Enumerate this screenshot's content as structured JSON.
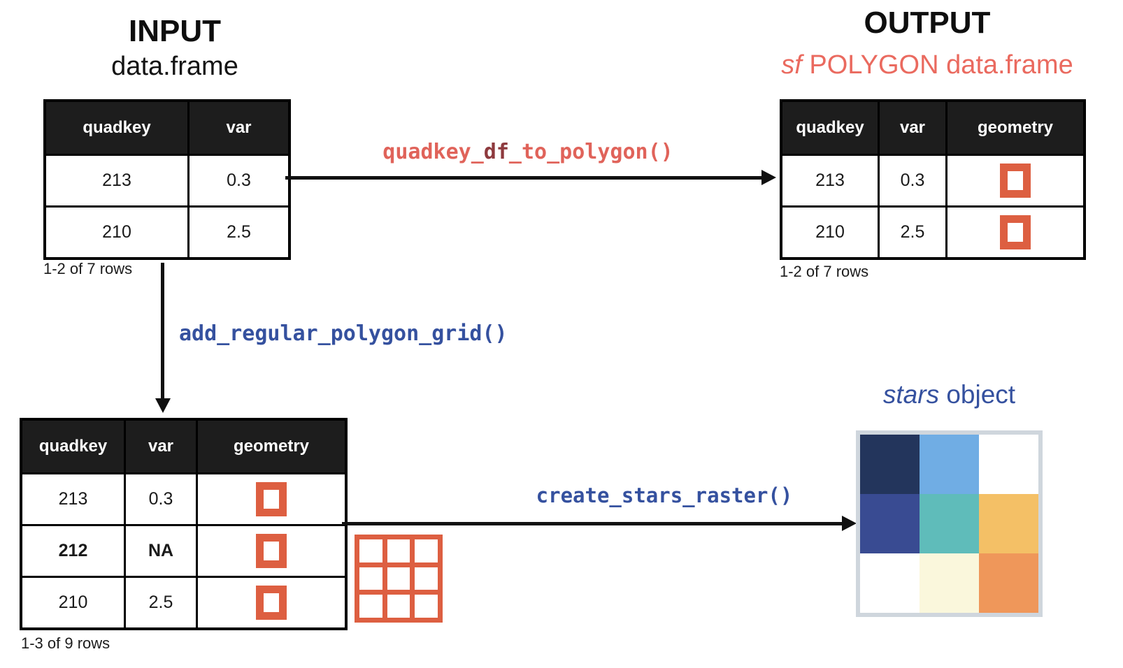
{
  "colors": {
    "orange": "#dd5f41",
    "salmon": "#ea6a5f",
    "salmon_fn": "#e0635a",
    "salmon_dark": "#8e3a3e",
    "blue": "#35519f",
    "header_bg": "#1d1d1d",
    "raster_frame": "#cfd6dd"
  },
  "input": {
    "title": "INPUT",
    "subtitle": "data.frame",
    "table": {
      "headers": [
        "quadkey",
        "var"
      ],
      "rows": [
        [
          "213",
          "0.3"
        ],
        [
          "210",
          "2.5"
        ]
      ],
      "caption": "1-2 of 7 rows"
    }
  },
  "output": {
    "title": "OUTPUT",
    "subtitle_italic": "sf",
    "subtitle_rest": " POLYGON data.frame",
    "table": {
      "headers": [
        "quadkey",
        "var",
        "geometry"
      ],
      "rows": [
        [
          "213",
          "0.3"
        ],
        [
          "210",
          "2.5"
        ]
      ],
      "caption": "1-2 of 7 rows"
    }
  },
  "intermediate": {
    "table": {
      "headers": [
        "quadkey",
        "var",
        "geometry"
      ],
      "rows": [
        [
          "213",
          "0.3"
        ],
        [
          "212",
          "NA"
        ],
        [
          "210",
          "2.5"
        ]
      ],
      "caption": "1-3 of 9 rows"
    }
  },
  "functions": {
    "to_polygon_pre": "quadkey_",
    "to_polygon_mid": "df",
    "to_polygon_post": "_to_polygon()",
    "add_grid": "add_regular_polygon_grid()",
    "create_raster": "create_stars_raster()"
  },
  "stars": {
    "label_italic": "stars",
    "label_rest": " object",
    "cells": [
      "#23355c",
      "#70ade4",
      "#ffffff",
      "#394b92",
      "#5fbcba",
      "#f4c066",
      "#ffffff",
      "#faf7dc",
      "#ef975a"
    ]
  }
}
